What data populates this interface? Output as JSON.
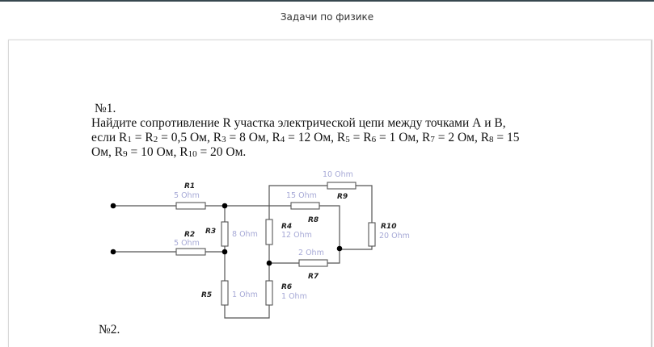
{
  "header": {
    "title": "Задачи по физике"
  },
  "problem": {
    "number": "№1.",
    "text_parts": [
      "Найдите сопротивление R участка электрической цепи между точками А и В, если R",
      "1",
      " = R",
      "2",
      " = 0,5 Ом, R",
      "3",
      " = 8 Ом, R",
      "4",
      " = 12 Ом, R",
      "5",
      " = R",
      "6",
      " = 1 Ом, R",
      "7",
      " = 2 Ом, R",
      "8",
      " = 15 Ом, R",
      "9",
      " = 10 Ом, R",
      "10",
      " = 20 Ом."
    ]
  },
  "next_problem": {
    "number": "№2."
  },
  "circuit": {
    "colors": {
      "wire": "#555555",
      "value_label": "#a6a9d6",
      "node": "#000000"
    },
    "resistors": [
      {
        "id": "R1",
        "name": "R1",
        "value": "5  Ohm"
      },
      {
        "id": "R2",
        "name": "R2",
        "value": "5  Ohm"
      },
      {
        "id": "R3",
        "name": "R3",
        "value": "8  Ohm"
      },
      {
        "id": "R4",
        "name": "R4",
        "value": "12  Ohm"
      },
      {
        "id": "R5",
        "name": "R5",
        "value": "1  Ohm"
      },
      {
        "id": "R6",
        "name": "R6",
        "value": "1  Ohm"
      },
      {
        "id": "R7",
        "name": "R7",
        "value": "2  Ohm"
      },
      {
        "id": "R8",
        "name": "R8",
        "value": "15  Ohm"
      },
      {
        "id": "R9",
        "name": "R9",
        "value": "10  Ohm"
      },
      {
        "id": "R10",
        "name": "R10",
        "value": "20  Ohm"
      }
    ]
  }
}
